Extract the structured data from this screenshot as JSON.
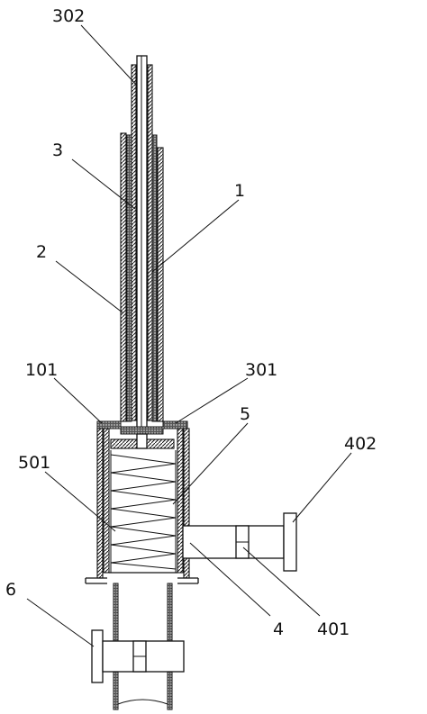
{
  "labels": {
    "l302": "302",
    "l3": "3",
    "l1": "1",
    "l2": "2",
    "l101": "101",
    "l301": "301",
    "l5": "5",
    "l402": "402",
    "l501": "501",
    "l6": "6",
    "l4": "4",
    "l401": "401"
  },
  "colors": {
    "line": "#111111",
    "background": "#ffffff"
  }
}
